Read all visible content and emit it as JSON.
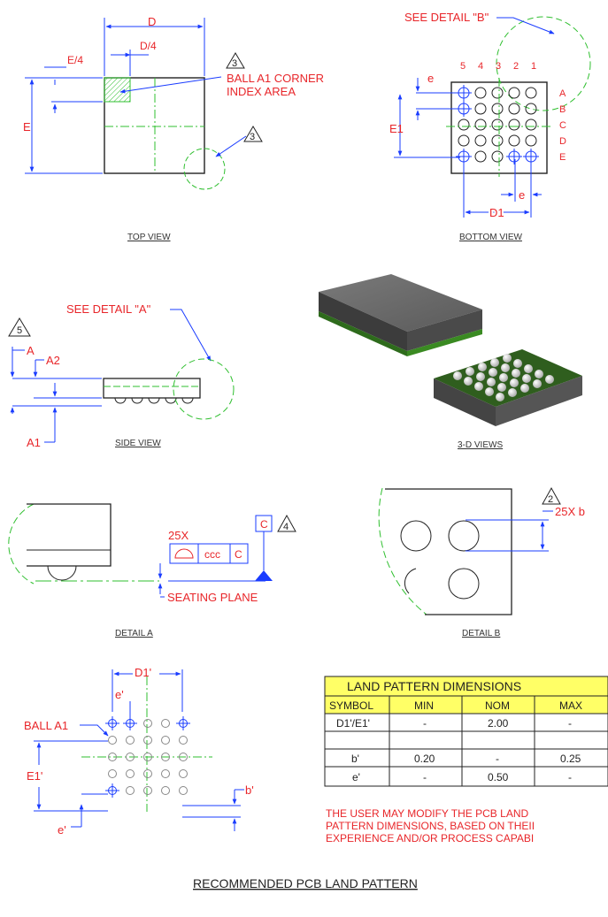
{
  "views": {
    "top": {
      "caption": "TOP VIEW",
      "dim_d": "D",
      "dim_d4": "D/4",
      "dim_e4": "E/4",
      "dim_e": "E",
      "note3a": "3",
      "note3b": "3",
      "corner_line1": "BALL A1 CORNER",
      "corner_line2": "INDEX AREA"
    },
    "bottom": {
      "caption": "BOTTOM VIEW",
      "see_detail": "SEE DETAIL \"B\"",
      "dim_e_pitch": "e",
      "dim_e1": "E1",
      "dim_e_pitch2": "e",
      "dim_d1": "D1",
      "columns": [
        "5",
        "4",
        "3",
        "2",
        "1"
      ],
      "rows": [
        "A",
        "B",
        "C",
        "D",
        "E"
      ]
    },
    "side": {
      "caption": "SIDE VIEW",
      "see_detail": "SEE DETAIL \"A\"",
      "note5": "5",
      "dim_a": "A",
      "dim_a2": "A2",
      "dim_a1": "A1"
    },
    "iso": {
      "caption": "3-D VIEWS"
    },
    "detail_a": {
      "caption": "DETAIL A",
      "count": "25X",
      "tolerance": "ccc",
      "datum": "C",
      "datum_box": "C",
      "note4": "4",
      "seating": "SEATING PLANE"
    },
    "detail_b": {
      "caption": "DETAIL B",
      "note2": "2",
      "dim": "25X b"
    }
  },
  "land": {
    "ball_a1": "BALL A1",
    "dim_d1p": "D1'",
    "dim_ep": "e'",
    "dim_e1p": "E1'",
    "dim_ep2": "e'",
    "dim_bp": "b'",
    "title": "RECOMMENDED PCB LAND PATTERN"
  },
  "table": {
    "title": "LAND PATTERN DIMENSIONS",
    "header_fill": "#ffff66",
    "headers": [
      "SYMBOL",
      "MIN",
      "NOM",
      "MAX"
    ],
    "rows": [
      [
        "D1'/E1'",
        "-",
        "2.00",
        "-"
      ],
      [
        "b'",
        "0.20",
        "-",
        "0.25"
      ],
      [
        "e'",
        "-",
        "0.50",
        "-"
      ]
    ]
  },
  "note": [
    "THE USER MAY MODIFY THE PCB LAND",
    "PATTERN DIMENSIONS, BASED ON THEII",
    "EXPERIENCE AND/OR PROCESS CAPABI"
  ],
  "colors": {
    "dimension": "#e8262a",
    "leader": "#1a3cff",
    "centerline": "#2fbf2f",
    "outline": "#222222"
  }
}
